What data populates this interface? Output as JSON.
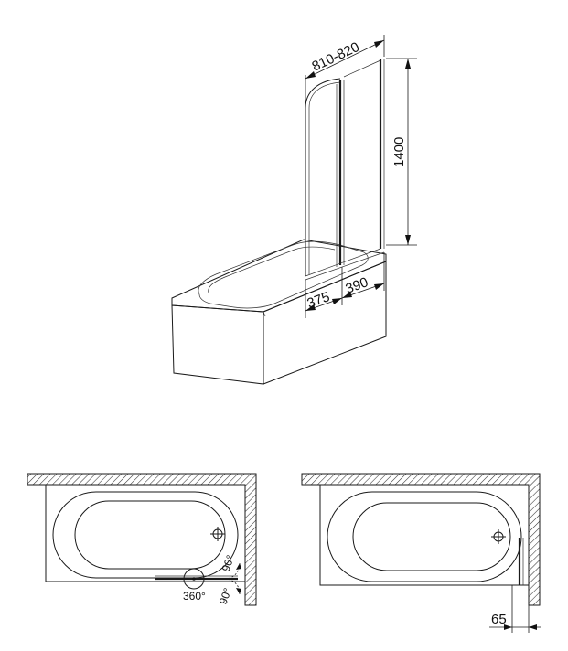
{
  "dimensions": {
    "screen_width": "810-820",
    "screen_height": "1400",
    "fixed_panel": "375",
    "swing_panel": "390",
    "wall_offset": "65"
  },
  "angles": {
    "rotation": "360°",
    "swing_inner": "90°",
    "swing_outer": "90°"
  },
  "colors": {
    "line": "#1a1a1a",
    "hatch": "#333333",
    "background": "#ffffff"
  }
}
